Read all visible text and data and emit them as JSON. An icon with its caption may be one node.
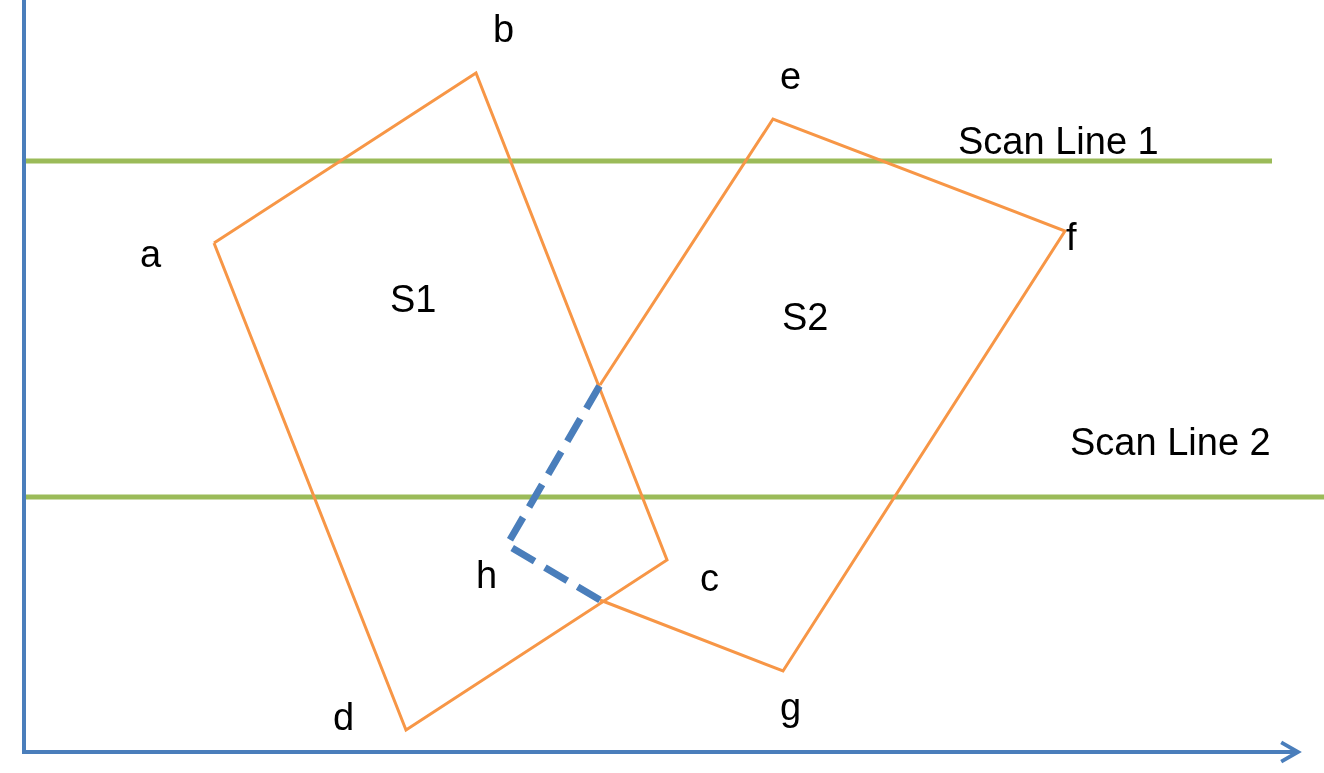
{
  "diagram": {
    "nodes": [
      {
        "text": [
          "S1"
        ]
      },
      {
        "text": [
          "S2"
        ]
      }
    ],
    "edges": [],
    "labels": [
      "b",
      "e",
      "Scan Line 1",
      "a",
      "f",
      "Scan Line 2",
      "h",
      "c",
      "g",
      "d"
    ]
  }
}
